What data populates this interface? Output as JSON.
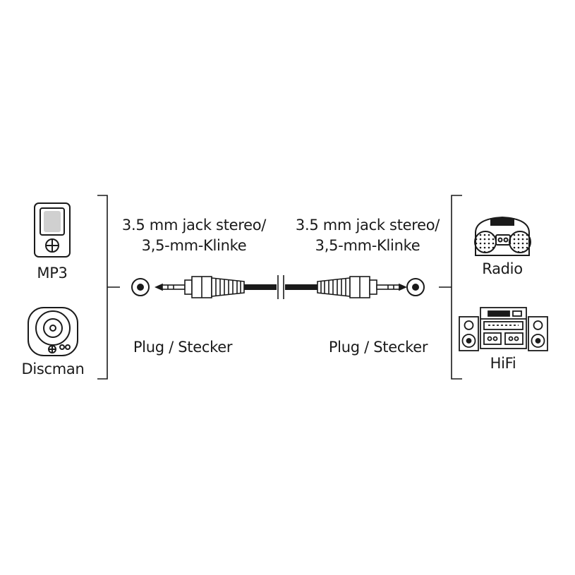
{
  "left_devices": {
    "mp3": {
      "label": "MP3",
      "icon": "mp3-player-icon"
    },
    "discman": {
      "label": "Discman",
      "icon": "discman-icon"
    }
  },
  "right_devices": {
    "radio": {
      "label": "Radio",
      "icon": "boombox-radio-icon"
    },
    "hifi": {
      "label": "HiFi",
      "icon": "hifi-system-icon"
    }
  },
  "cable": {
    "left_connector": {
      "type_line1": "3.5 mm jack stereo/",
      "type_line2": "3,5-mm-Klinke",
      "gender": "Plug / Stecker"
    },
    "right_connector": {
      "type_line1": "3.5 mm jack stereo/",
      "type_line2": "3,5-mm-Klinke",
      "gender": "Plug / Stecker"
    }
  },
  "colors": {
    "line": "#1a1a1a",
    "background": "#ffffff"
  }
}
